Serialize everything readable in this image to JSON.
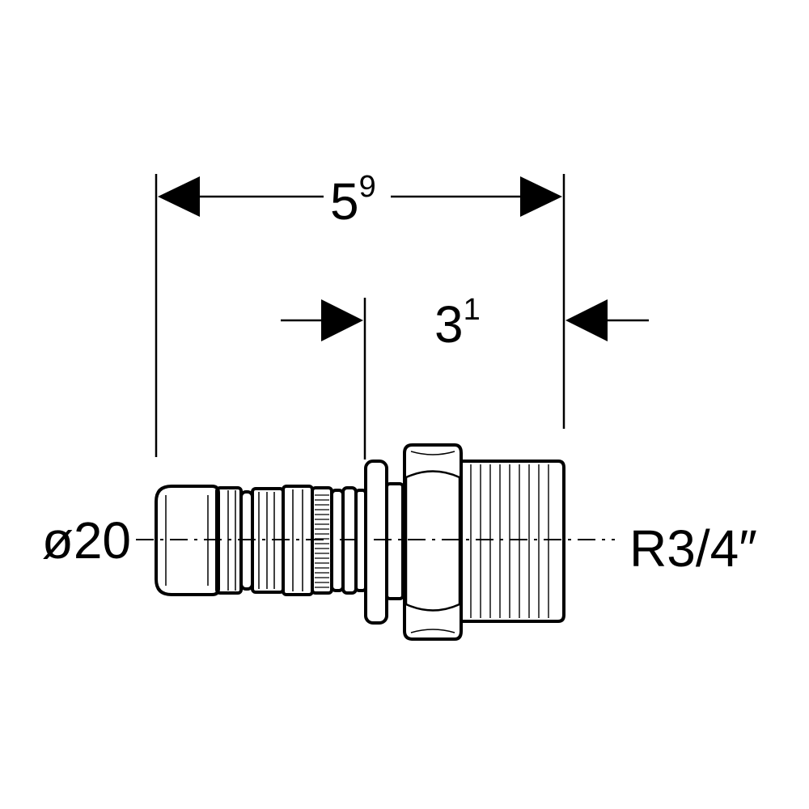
{
  "dimensions": {
    "overall_length": {
      "base": "5",
      "sup": "9"
    },
    "insertion_depth": {
      "base": "3",
      "sup": "1"
    }
  },
  "labels": {
    "pipe_diameter": "ø20",
    "thread_size": "R3/4″"
  },
  "colors": {
    "line": "#000000",
    "background": "#ffffff"
  }
}
